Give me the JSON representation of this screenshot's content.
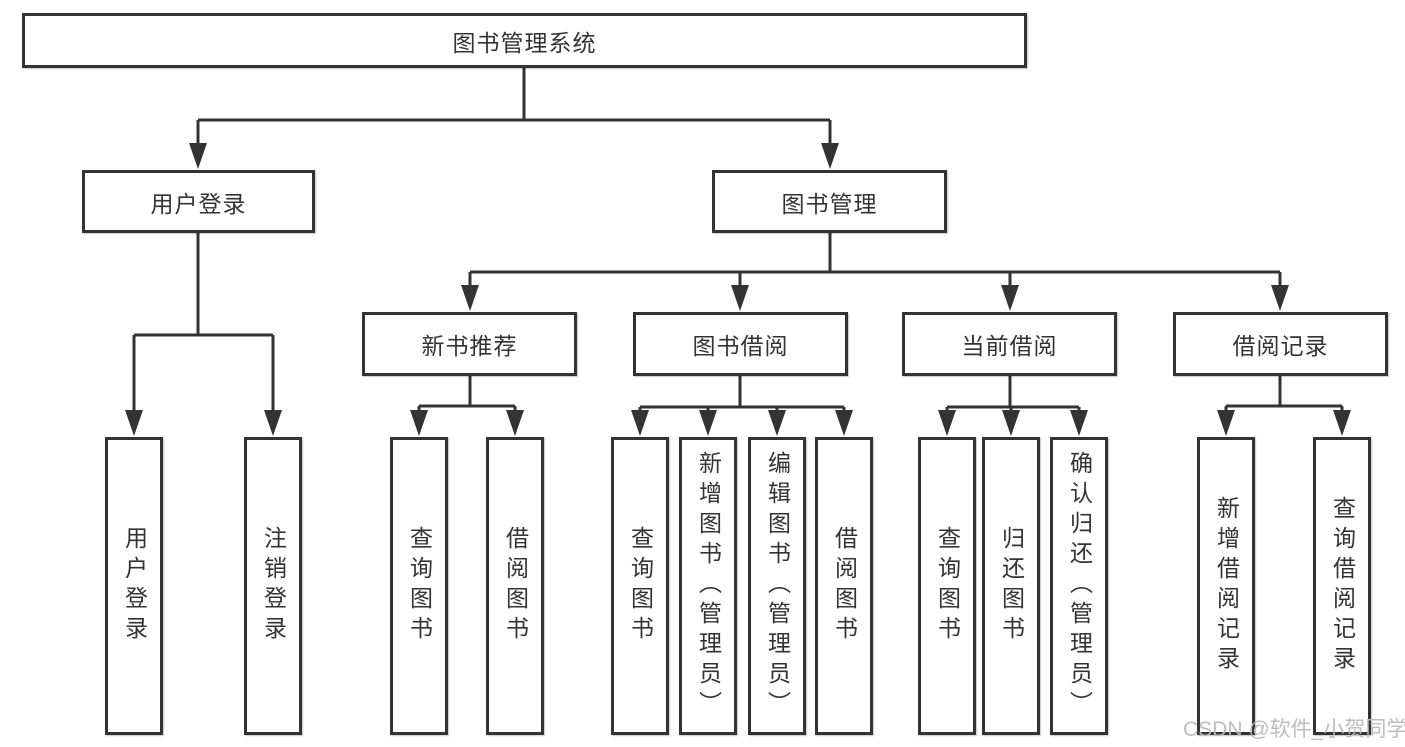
{
  "diagram": {
    "watermark": "CSDN @软件_小贺同学",
    "colors": {
      "line": "#333333",
      "text": "#333333",
      "background": "#ffffff",
      "watermark": "#b9b9b9"
    },
    "tree": {
      "label": "图书管理系统",
      "children": [
        {
          "label": "用户登录",
          "children": [
            {
              "label": "用户登录"
            },
            {
              "label": "注销登录"
            }
          ]
        },
        {
          "label": "图书管理",
          "children": [
            {
              "label": "新书推荐",
              "children": [
                {
                  "label": "查询图书"
                },
                {
                  "label": "借阅图书"
                }
              ]
            },
            {
              "label": "图书借阅",
              "children": [
                {
                  "label": "查询图书"
                },
                {
                  "label": "新增图书（管理员）"
                },
                {
                  "label": "编辑图书（管理员）"
                },
                {
                  "label": "借阅图书"
                }
              ]
            },
            {
              "label": "当前借阅",
              "children": [
                {
                  "label": "查询图书"
                },
                {
                  "label": "归还图书"
                },
                {
                  "label": "确认归还（管理员）"
                }
              ]
            },
            {
              "label": "借阅记录",
              "children": [
                {
                  "label": "新增借阅记录"
                },
                {
                  "label": "查询借阅记录"
                }
              ]
            }
          ]
        }
      ]
    }
  }
}
